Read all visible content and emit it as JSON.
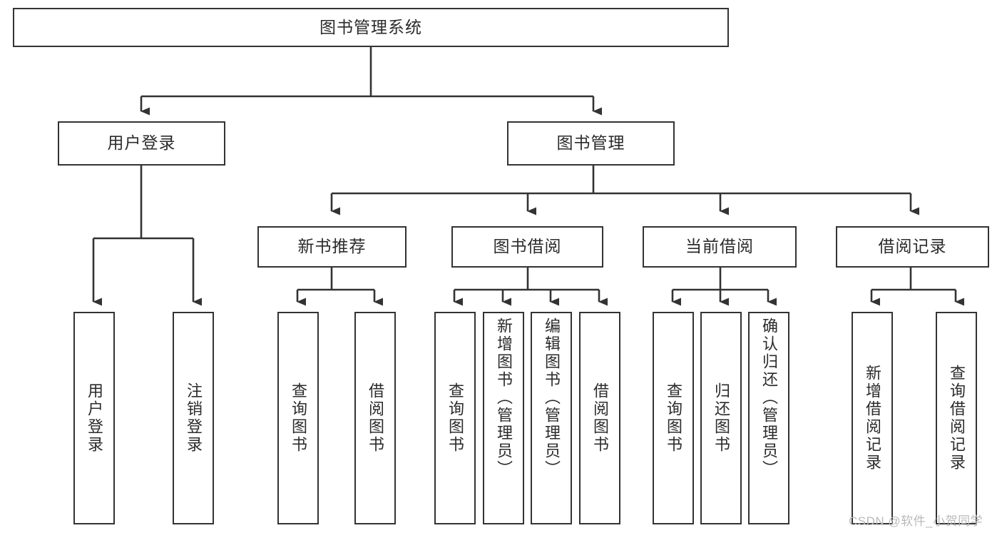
{
  "diagram": {
    "title": "图书管理系统",
    "type": "hierarchy-tree",
    "root": {
      "label": "图书管理系统"
    },
    "level2": [
      {
        "label": "用户登录"
      },
      {
        "label": "图书管理"
      }
    ],
    "level3": [
      {
        "label": "新书推荐"
      },
      {
        "label": "图书借阅"
      },
      {
        "label": "当前借阅"
      },
      {
        "label": "借阅记录"
      }
    ],
    "leaves": {
      "user_login": [
        {
          "label": "用户登录"
        },
        {
          "label": "注销登录"
        }
      ],
      "new_book_recommend": [
        {
          "label": "查询图书"
        },
        {
          "label": "借阅图书"
        }
      ],
      "book_borrow": [
        {
          "label": "查询图书"
        },
        {
          "label": "新增图书（管理员）"
        },
        {
          "label": "编辑图书（管理员）"
        },
        {
          "label": "借阅图书"
        }
      ],
      "current_borrow": [
        {
          "label": "查询图书"
        },
        {
          "label": "归还图书"
        },
        {
          "label": "确认归还（管理员）"
        }
      ],
      "borrow_record": [
        {
          "label": "新增借阅记录"
        },
        {
          "label": "查询借阅记录"
        }
      ]
    },
    "watermark": "CSDN @软件_小贺同学",
    "colors": {
      "stroke": "#333333",
      "fill": "#ffffff",
      "text": "#2b2b2b",
      "watermark": "#b9b9b9"
    }
  }
}
